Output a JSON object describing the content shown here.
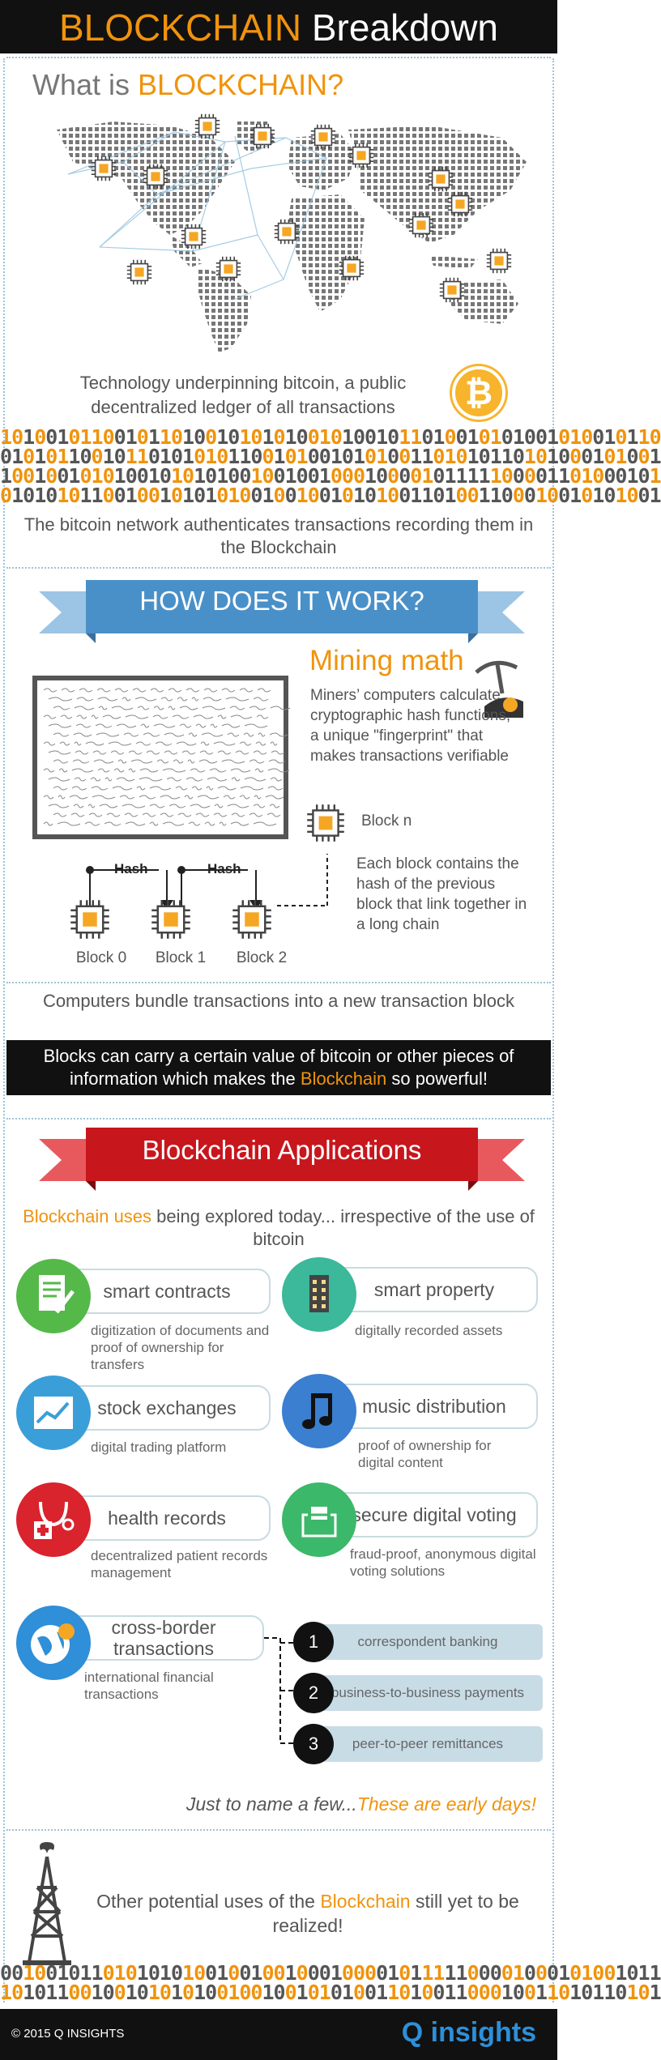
{
  "header": {
    "title_part1": "BLOCKCHAIN",
    "title_part2": " Breakdown"
  },
  "what_is": {
    "heading_part1": "What is ",
    "heading_part2": "BLOCKCHAIN?",
    "description": "Technology underpinning  bitcoin, a public decentralized ledger of all transactions",
    "bitcoin_symbol": "₿"
  },
  "binary_top": [
    "1010010110010110100101010100101001011010010101001010010110",
    "0101011001011010101011001010010101001101010110101000101001",
    "1001001010100101010100100100100010000101111100001101000101",
    "0101010110010010101010010010010101001101001100010010101001"
  ],
  "network_text": "The bitcoin network authenticates transactions recording them in the Blockchain",
  "how_it_works": {
    "ribbon_label": "HOW DOES IT WORK?",
    "mining_title": "Mining math",
    "mining_text": "Miners’ computers calculate cryptographic hash functions, a unique \"fingerprint\" that makes transactions verifiable",
    "block_n_label": "Block n",
    "hash_label_1": "Hash",
    "hash_label_2": "Hash",
    "block_labels": [
      "Block 0",
      "Block 1",
      "Block 2"
    ],
    "chain_text": "Each block contains the hash of the previous block that link together in a long chain",
    "bundle_text": "Computers bundle transactions into a new transaction block",
    "callout_part1": "Blocks can carry a certain value of bitcoin or other pieces of information which makes the ",
    "callout_highlight": "Blockchain",
    "callout_part2": " so powerful!"
  },
  "applications": {
    "ribbon_label": "Blockchain Applications",
    "intro_highlight": "Blockchain uses",
    "intro_rest": " being explored today... irrespective of the use of bitcoin",
    "items": [
      {
        "label": "smart contracts",
        "desc": "digitization of documents and proof of ownership for transfers",
        "color": "#54b948"
      },
      {
        "label": "smart property",
        "desc": "digitally recorded assets",
        "color": "#3cb89a"
      },
      {
        "label": "stock exchanges",
        "desc": "digital trading platform",
        "color": "#3a9fd8"
      },
      {
        "label": "music distribution",
        "desc": "proof of ownership for digital content",
        "color": "#3a7fd0"
      },
      {
        "label": "health records",
        "desc": "decentralized patient records management",
        "color": "#d9232d"
      },
      {
        "label": "secure digital voting",
        "desc": "fraud-proof, anonymous digital voting solutions",
        "color": "#3cb86a"
      },
      {
        "label": "cross-border transactions",
        "desc": "international financial transactions",
        "color": "#2f8fd8"
      }
    ],
    "cross_border_list": [
      {
        "num": "1",
        "label": "correspondent banking"
      },
      {
        "num": "2",
        "label": "business-to-business payments"
      },
      {
        "num": "3",
        "label": "peer-to-peer remittances"
      }
    ],
    "name_few_part1": "Just to name a few...",
    "name_few_part2": "These are early days!"
  },
  "future": {
    "text_part1": "Other potential uses of the ",
    "text_highlight": "Blockchain",
    "text_part2": " still yet to be realized!"
  },
  "binary_bottom": [
    "0010010110101010100100100100010000101111100001000101001011",
    "1010110010010101010010010010101001101001100010011010110101"
  ],
  "footer": {
    "copyright": "© 2015 Q INSIGHTS",
    "brand": "Q insights"
  },
  "colors": {
    "accent_orange": "#f0930c",
    "ribbon_blue": "#4a90c8",
    "ribbon_red": "#c8161d",
    "chip_orange": "#f5a623"
  }
}
